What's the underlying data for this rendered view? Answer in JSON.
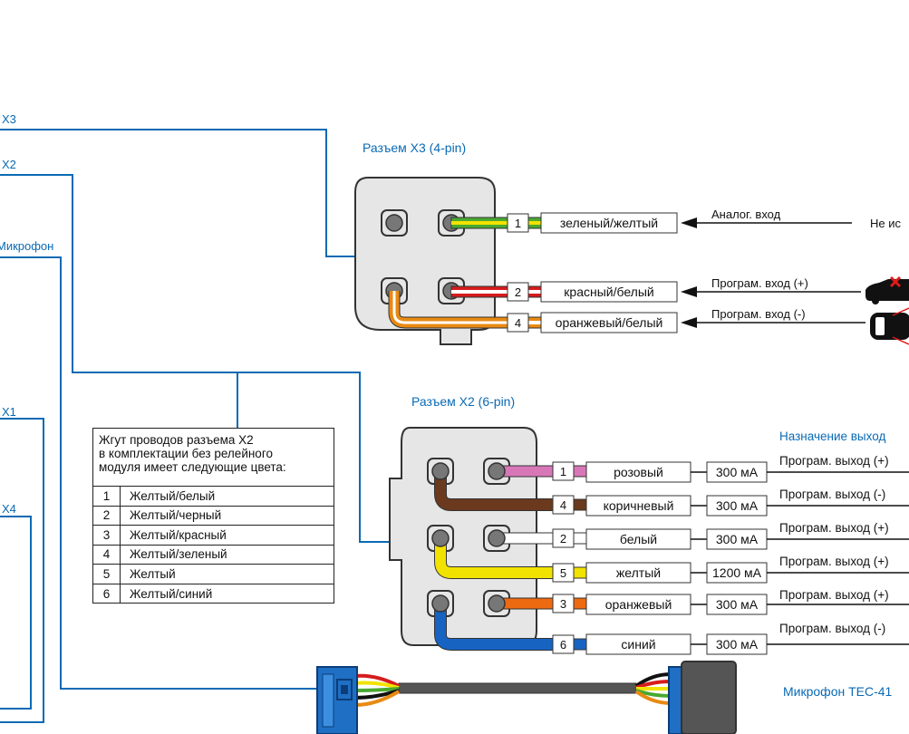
{
  "left_labels": {
    "x3": "X3",
    "x2": "X2",
    "mic": "Микрофон",
    "x1": "X1",
    "x4": "X4"
  },
  "connector_x3": {
    "title": "Разъем  X3 (4-pin)",
    "wires": [
      {
        "pin": "1",
        "color_name": "зеленый/желтый",
        "function": "Аналог. вход",
        "note": "Не ис",
        "color": "#4aa832",
        "stripe": "#f2e200"
      },
      {
        "pin": "2",
        "color_name": "красный/белый",
        "function": "Програм. вход (+)",
        "color": "#d61c1c",
        "stripe": "#ffffff"
      },
      {
        "pin": "4",
        "color_name": "оранжевый/белый",
        "function": "Програм. вход (-)",
        "color": "#e88a12",
        "stripe": "#ffffff"
      }
    ]
  },
  "connector_x2": {
    "title": "Разъем  X2 (6-pin)",
    "outputs_title": "Назначение выход",
    "wires": [
      {
        "pin": "1",
        "color_name": "розовый",
        "current": "300 мА",
        "function": "Програм. выход (+)",
        "color": "#d877b8"
      },
      {
        "pin": "4",
        "color_name": "коричневый",
        "current": "300 мА",
        "function": "Програм. выход (-)",
        "color": "#6b3a1e"
      },
      {
        "pin": "2",
        "color_name": "белый",
        "current": "300 мА",
        "function": "Програм. выход (+)",
        "color": "#ffffff"
      },
      {
        "pin": "5",
        "color_name": "желтый",
        "current": "1200 мА",
        "function": "Програм. выход (+)",
        "color": "#f2e200"
      },
      {
        "pin": "3",
        "color_name": "оранжевый",
        "current": "300 мА",
        "function": "Програм. выход (+)",
        "color": "#ee6a10"
      },
      {
        "pin": "6",
        "color_name": "синий",
        "current": "300 мА",
        "function": "Програм. выход (-)",
        "color": "#1763c2"
      }
    ]
  },
  "harness_table": {
    "header": [
      "Жгут проводов разъема X2",
      "в комплектации без релейного",
      "модуля имеет следующие цвета:"
    ],
    "rows": [
      {
        "num": "1",
        "color": "Желтый/белый"
      },
      {
        "num": "2",
        "color": "Желтый/черный"
      },
      {
        "num": "3",
        "color": "Желтый/красный"
      },
      {
        "num": "4",
        "color": "Желтый/зеленый"
      },
      {
        "num": "5",
        "color": "Желтый"
      },
      {
        "num": "6",
        "color": "Желтый/синий"
      }
    ]
  },
  "microphone": {
    "label": "Микрофон TEC-41"
  },
  "colors": {
    "line_blue": "#0a6ab4",
    "connector_fill": "#e6e6e6",
    "connector_stroke": "#333333",
    "cable_gray": "#555555"
  }
}
